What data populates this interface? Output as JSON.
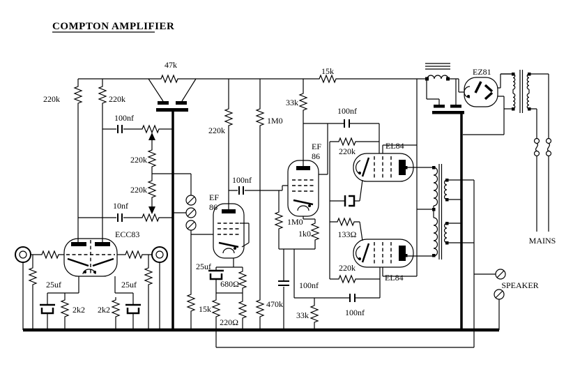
{
  "title": "COMPTON AMPLIFIER",
  "schematic": {
    "tubes": {
      "v1": "ECC83",
      "v2_line1": "EF",
      "v2_line2": "86",
      "v3_line1": "EF",
      "v3_line2": "86",
      "el84_top": "EL84",
      "el84_bottom": "EL84",
      "rectifier": "EZ81"
    },
    "resistors": {
      "anode_left": "220k",
      "anode_right": "220k",
      "tone_upper": "220k",
      "tone_lower": "220k",
      "smoothing": "47k",
      "ht_feed": "15k",
      "v2_anode": "220k",
      "screen_1m0": "1M0",
      "v3_anode": "33k",
      "grid_top": "220k",
      "grid_bottom": "220k",
      "grid_leak_v3": "1M0",
      "cathode_v3": "1k0",
      "splitter": "133Ω",
      "cathode_left": "2k2",
      "cathode_right": "2k2",
      "cathode_v2": "680Ω",
      "feedback": "15k",
      "cathode_v2b": "220Ω",
      "r470k": "470k",
      "r33k_lower": "33k"
    },
    "capacitors": {
      "treble": "100nf",
      "bass": "10nf",
      "couple_v3": "100nf",
      "couple_top": "100nf",
      "couple_bottom": "100nf",
      "mid_100nf": "100nf",
      "bypass_left": "25uf",
      "bypass_right": "25uf",
      "bypass_v2": "25uf"
    },
    "connections": {
      "mains": "MAINS",
      "speaker": "SPEAKER"
    }
  }
}
